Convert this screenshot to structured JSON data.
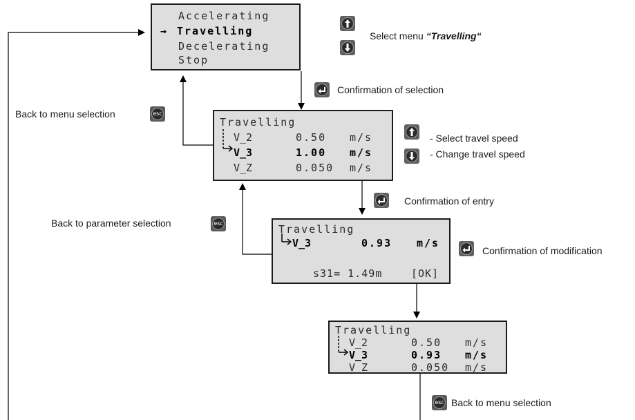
{
  "menu_display": {
    "items": [
      "Accelerating",
      "Travelling",
      "Decelerating",
      "Stop"
    ],
    "selected_marker": "→"
  },
  "params_display_1": {
    "title": "Travelling",
    "rows": [
      {
        "name": "V_2",
        "value": "0.50",
        "unit": "m/s"
      },
      {
        "name": "V_3",
        "value": "1.00",
        "unit": "m/s"
      },
      {
        "name": "V_Z",
        "value": "0.050",
        "unit": "m/s"
      }
    ]
  },
  "edit_display": {
    "title": "Travelling",
    "param": "V_3",
    "value": "0.93",
    "unit": "m/s",
    "footer_left": "s31= 1.49m",
    "footer_right": "[OK]"
  },
  "params_display_2": {
    "title": "Travelling",
    "rows": [
      {
        "name": "V_2",
        "value": "0.50",
        "unit": "m/s"
      },
      {
        "name": "V_3",
        "value": "0.93",
        "unit": "m/s"
      },
      {
        "name": "V_Z",
        "value": "0.050",
        "unit": "m/s"
      }
    ]
  },
  "labels": {
    "select_menu_prefix": "Select menu ",
    "select_menu_target": "“Travelling“",
    "confirm_selection": "Confirmation of selection",
    "back_menu_1": "Back to menu selection",
    "select_speed": "- Select travel speed",
    "change_speed": "- Change travel speed",
    "confirm_entry": "Confirmation of entry",
    "back_param": "Back to parameter selection",
    "confirm_mod": "Confirmation of modification",
    "back_menu_2": "Back to menu selection",
    "esc": "esc"
  }
}
